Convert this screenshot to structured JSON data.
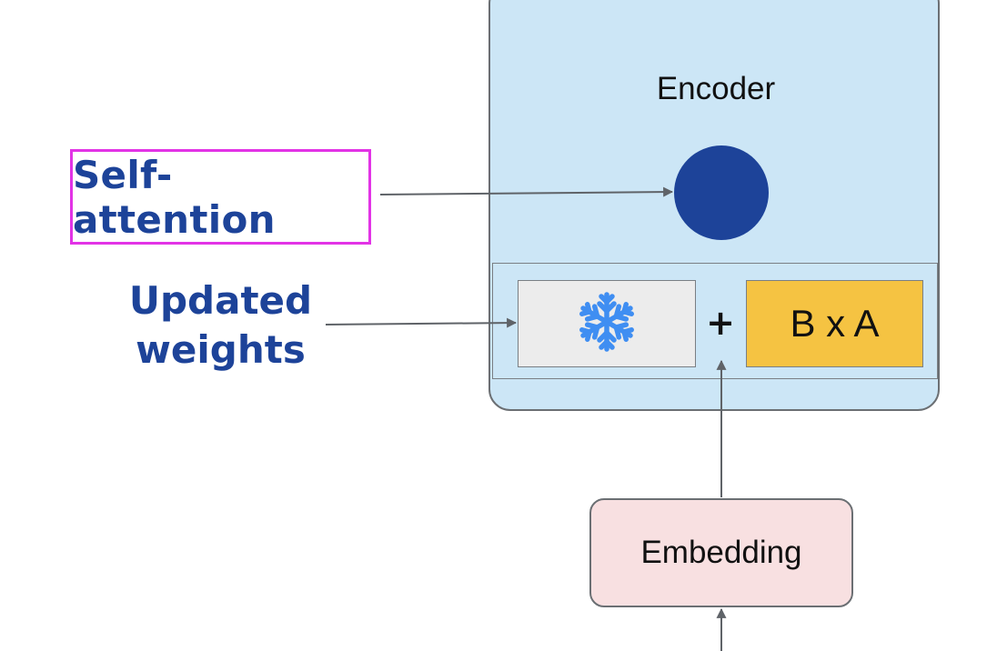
{
  "colors": {
    "encoder_fill": "#cce6f6",
    "attention_dot": "#1d4399",
    "label_blue": "#1d4399",
    "highlight_border": "#e233e6",
    "frozen_fill": "#ececec",
    "snowflake": "#3f8ef2",
    "ba_fill": "#f5c342",
    "embedding_fill": "#f8e0e1",
    "arrow": "#5f6368"
  },
  "encoder": {
    "title": "Encoder"
  },
  "weights": {
    "frozen_icon": "snowflake-icon",
    "operator": "+",
    "adapter_label": "B x A"
  },
  "embedding": {
    "label": "Embedding"
  },
  "annotations": {
    "self_attention": "Self-attention",
    "updated_weights_line1": "Updated",
    "updated_weights_line2": "weights"
  }
}
